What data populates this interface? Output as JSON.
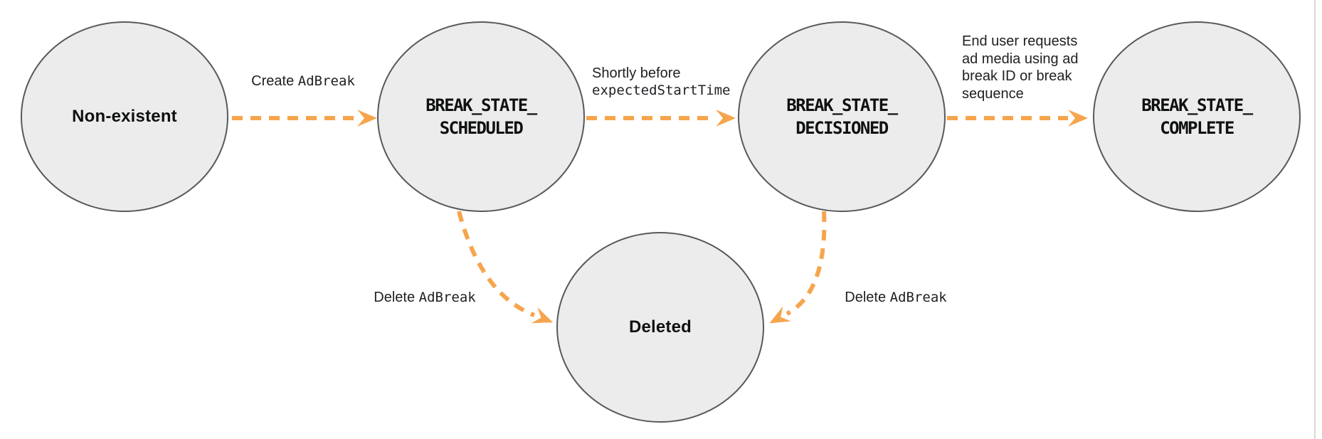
{
  "diagram": {
    "type": "state-machine",
    "colors": {
      "background": "#ffffff",
      "node_fill": "#ececec",
      "node_border": "#58595b",
      "arrow": "#f6a54d",
      "text": "#202124"
    },
    "nodes": [
      {
        "id": "non-existent",
        "label": "Non-existent"
      },
      {
        "id": "break-state-scheduled",
        "label_line1": "BREAK_STATE_",
        "label_line2": "SCHEDULED"
      },
      {
        "id": "break-state-decisioned",
        "label_line1": "BREAK_STATE_",
        "label_line2": "DECISIONED"
      },
      {
        "id": "break-state-complete",
        "label_line1": "BREAK_STATE_",
        "label_line2": "COMPLETE"
      },
      {
        "id": "deleted",
        "label": "Deleted"
      }
    ],
    "edges": [
      {
        "from": "Non-existent",
        "to": "BREAK_STATE_SCHEDULED",
        "label_prefix": "Create ",
        "label_code": "AdBreak"
      },
      {
        "from": "BREAK_STATE_SCHEDULED",
        "to": "BREAK_STATE_DECISIONED",
        "label_line1": "Shortly before",
        "label_code": "expectedStartTime"
      },
      {
        "from": "BREAK_STATE_DECISIONED",
        "to": "BREAK_STATE_COMPLETE",
        "label_lines": [
          "End user requests",
          "ad media using ad",
          "break ID or break",
          "sequence"
        ]
      },
      {
        "from": "BREAK_STATE_SCHEDULED",
        "to": "Deleted",
        "label_prefix": "Delete ",
        "label_code": "AdBreak"
      },
      {
        "from": "BREAK_STATE_DECISIONED",
        "to": "Deleted",
        "label_prefix": "Delete ",
        "label_code": "AdBreak"
      }
    ]
  }
}
